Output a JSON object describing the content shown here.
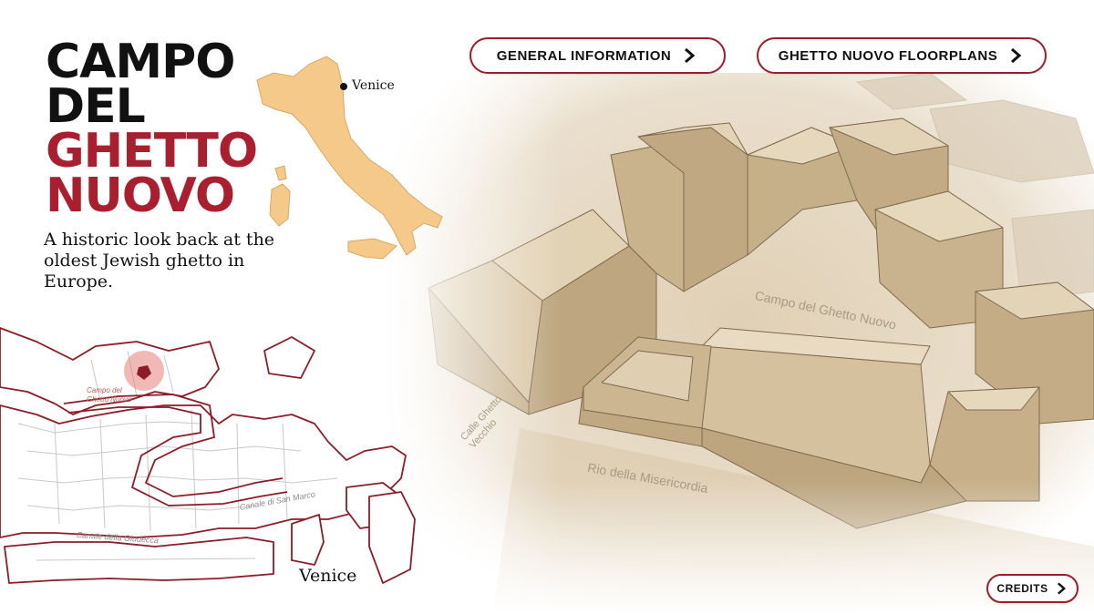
{
  "title": {
    "line1": "CAMPO",
    "line2": "DEL",
    "line3": "GHETTO",
    "line4": "NUOVO"
  },
  "subtitle": "A historic look back at the oldest Jewish ghetto in Europe.",
  "nav": {
    "general_info": "GENERAL INFORMATION",
    "floorplans": "GHETTO NUOVO FLOORPLANS",
    "credits": "CREDITS"
  },
  "italy_map": {
    "marker_label": "Venice",
    "fill_color": "#f4c98a"
  },
  "venice_map": {
    "title": "Venice",
    "campo_label": "Campo del Ghetto Nuovo",
    "canal_san_marco": "Canale di San Marco",
    "canal_giudecca": "Canale della Giudecca",
    "outline_color": "#8c1d28"
  },
  "model": {
    "campo_label": "Campo del Ghetto Nuovo",
    "calle_label": "Calle Ghetto Vecchio",
    "rio_label": "Rio della Misericordia"
  },
  "colors": {
    "accent_red": "#a8202f",
    "model_tan": "#cbb796"
  }
}
